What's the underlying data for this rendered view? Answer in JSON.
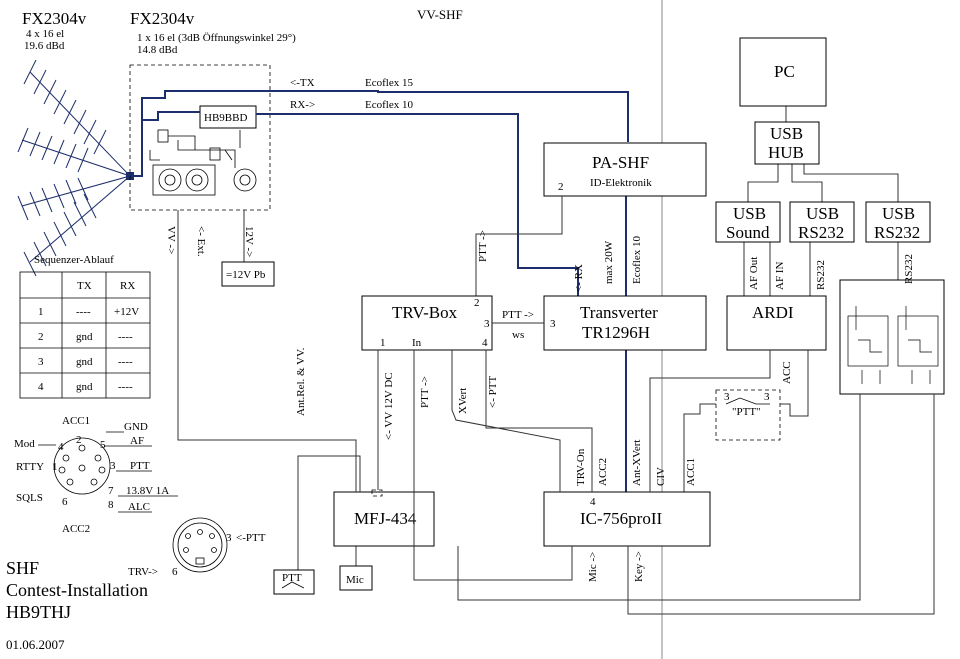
{
  "title": "VV-SHF",
  "antenna_left": {
    "name": "FX2304v",
    "spec1": "4 x 16 el",
    "spec2": "19.6 dBd"
  },
  "antenna_right": {
    "name": "FX2304v",
    "spec1": "1 x 16 el (3dB Öffnungswinkel 29°)",
    "spec2": "14.8 dBd"
  },
  "cables": {
    "tx": "<-TX",
    "tx_cable": "Ecoflex 15",
    "rx": "RX->",
    "rx_cable": "Ecoflex 10"
  },
  "hb9bbd": "HB9BBD",
  "pa_shf": {
    "name": "PA-SHF",
    "sub": "ID-Elektronik",
    "pin": "2"
  },
  "pc": "PC",
  "usb_hub": {
    "line1": "USB",
    "line2": "HUB"
  },
  "usb_sound": {
    "line1": "USB",
    "line2": "Sound"
  },
  "usb_rs232_a": {
    "line1": "USB",
    "line2": "RS232"
  },
  "usb_rs232_b": {
    "line1": "USB",
    "line2": "RS232"
  },
  "ardi": "ARDI",
  "trv_box": {
    "name": "TRV-Box",
    "pin1": "1",
    "pin2": "2",
    "pin3": "3",
    "pin4": "4",
    "pin_in": "In"
  },
  "transverter": {
    "line1": "Transverter",
    "line2": "TR1296H",
    "pin3": "3"
  },
  "mfj": "MFJ-434",
  "ic756": {
    "name": "IC-756proII",
    "pin4": "4"
  },
  "ptt_switch": "PTT",
  "ptt_relay": {
    "label": "\"PTT\"",
    "pin3": "3",
    "pin3b": "3"
  },
  "mic": "Mic",
  "psu": "=12V Pb",
  "labels": {
    "vv": "VV ->",
    "ext": "<- Ext.",
    "v12": "12V ->",
    "ptt_up": "PTT ->",
    "rx_down": "<- RX",
    "max20w": "max 20W",
    "ecoflex10": "Ecoflex 10",
    "ptt_ws": "PTT ->",
    "ws": "ws",
    "ant_rel": "Ant.Rel. & VV.",
    "vv12vdc": "<- VV 12V DC",
    "ptt_arrow": "PTT ->",
    "xvert": "XVert",
    "ptt_left": "<- PTT",
    "trv_on": "TRV-On",
    "acc2": "ACC2",
    "ant_xvert": "Ant-XVert",
    "civ": "CIV",
    "acc1": "ACC1",
    "af_out": "AF Out",
    "af_in": "AF IN",
    "rs232": "RS232",
    "rs232b": "RS232",
    "acc": "ACC",
    "mic_conn": "Mic ->",
    "key_conn": "Key ->"
  },
  "sequence": {
    "title": "Sequenzer-Ablauf",
    "headers": [
      "",
      "TX",
      "RX"
    ],
    "rows": [
      [
        "1",
        "----",
        "+12V"
      ],
      [
        "2",
        "gnd",
        "----"
      ],
      [
        "3",
        "gnd",
        "----"
      ],
      [
        "4",
        "gnd",
        "----"
      ]
    ]
  },
  "acc_connector": {
    "acc1": "ACC1",
    "acc2": "ACC2",
    "pins": {
      "p2": "2",
      "p4": "4",
      "p5": "5",
      "p1": "1",
      "p3": "3",
      "p7": "7",
      "p6": "6",
      "p8": "8"
    },
    "mod": "Mod",
    "gnd": "GND",
    "af": "AF",
    "rtty": "RTTY",
    "ptt": "PTT",
    "v138": "13.8V 1A",
    "sqls": "SQLS",
    "alc": "ALC"
  },
  "din_connector": {
    "trv": "TRV->",
    "pin6": "6",
    "pin3": "3",
    "ptt": "<-PTT"
  },
  "footer": {
    "line1": "SHF",
    "line2": "Contest-Installation",
    "line3": "HB9THJ",
    "date": "01.06.2007"
  }
}
